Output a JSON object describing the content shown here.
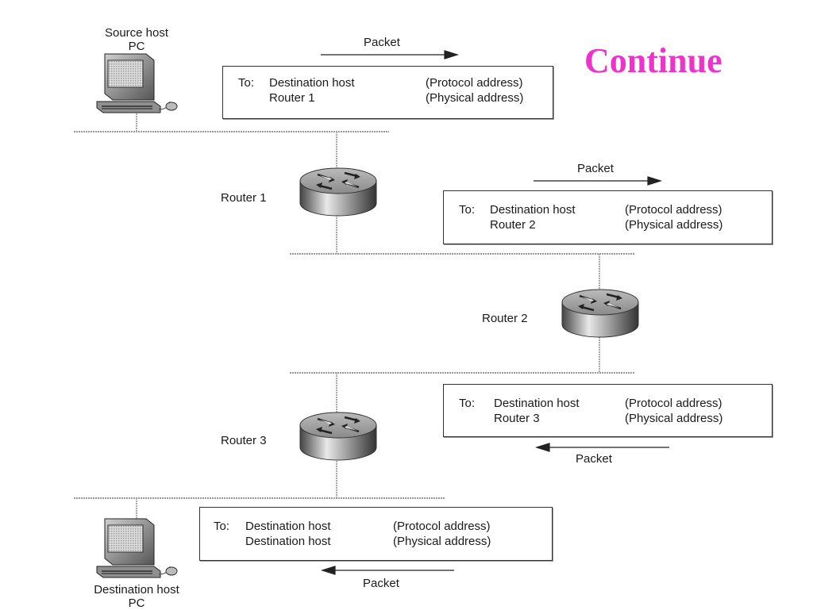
{
  "continue_label": "Continue",
  "colors": {
    "accent": "#ee33cc"
  },
  "source_host": {
    "line1": "Source host",
    "line2": "PC"
  },
  "destination_host": {
    "line1": "Destination host",
    "line2": "PC"
  },
  "routers": {
    "r1": "Router 1",
    "r2": "Router 2",
    "r3": "Router 3"
  },
  "packet_label": "Packet",
  "to_label": "To:",
  "protocol_address": "(Protocol address)",
  "physical_address": "(Physical address)",
  "hops": [
    {
      "dest": "Destination host",
      "next": "Router 1"
    },
    {
      "dest": "Destination host",
      "next": "Router 2"
    },
    {
      "dest": "Destination host",
      "next": "Router 3"
    },
    {
      "dest": "Destination host",
      "next": "Destination host"
    }
  ]
}
